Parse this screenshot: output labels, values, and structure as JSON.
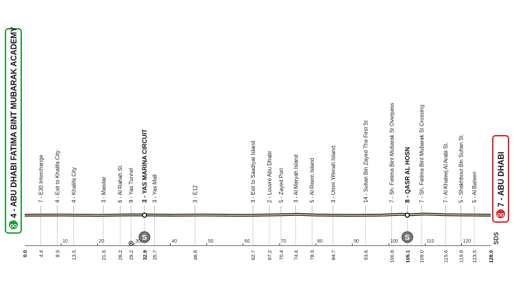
{
  "route": {
    "distance_km": 128.0,
    "start": {
      "label": "4 - ABU DHABI FATIMA BINT MUBARAK ACADEMY",
      "color": "#1f9a3a"
    },
    "finish": {
      "label": "7 - ABU DHABI",
      "color": "#d62828"
    },
    "waypoints": [
      {
        "km": "4.4",
        "label": "7 - E30 Interchange"
      },
      {
        "km": "8.9",
        "label": "4 - Exit to Khalifa City"
      },
      {
        "km": "13.5",
        "label": "4 - Khalifa City"
      },
      {
        "km": "21.6",
        "label": "3 - Masdar"
      },
      {
        "km": "26.2",
        "label": "6 - Al Rahah St."
      },
      {
        "km": "29.2",
        "label": "9 - Yas Tunnel"
      },
      {
        "km": "32.9",
        "label": "3 - YAS MARINA CIRCUIT",
        "bold": true
      },
      {
        "km": "35.7",
        "label": "3 - Yas Mall"
      },
      {
        "km": "46.8",
        "label": "3 - E12"
      },
      {
        "km": "62.7",
        "label": "3 - Exit to Saadiyat Island"
      },
      {
        "km": "67.2",
        "label": "2 - Louvre Abu Dhabi"
      },
      {
        "km": "70.4",
        "label": "5 - Zayed Port"
      },
      {
        "km": "74.4",
        "label": "3 - Al Maryah Island"
      },
      {
        "km": "78.9",
        "label": "5 - Al Reem Island"
      },
      {
        "km": "84.7",
        "label": "3 - Umm Yifenah Island"
      },
      {
        "km": "93.6",
        "label": "14 - Sultan Bin Zayed The First St"
      },
      {
        "km": "100.8",
        "label": "7 - Sh. Fatima Bint Mubarak St Overpass"
      },
      {
        "km": "105.1",
        "label": "8 - QASR AL HOSN",
        "bold": true
      },
      {
        "km": "109.0",
        "label": "7 - Sh. Fatima Bint Mubarak St Crossing"
      },
      {
        "km": "115.6",
        "label": "7 - Al Khaleej Al Arabi St."
      },
      {
        "km": "119.8",
        "label": "5 - Shakhbout Bin Sultan St."
      },
      {
        "km": "123.5",
        "label": "5 - Al Bateen"
      }
    ],
    "axis_ticks": [
      "10",
      "20",
      "30",
      "40",
      "50",
      "60",
      "70",
      "80",
      "90",
      "100",
      "110",
      "120"
    ],
    "start_km_label": "0.0",
    "finish_km_label": "128.0",
    "sprints": [
      {
        "km": 32.9,
        "icon": "sprint-icon",
        "label": "S"
      },
      {
        "km": 105.1,
        "icon": "sprint-icon",
        "label": "S"
      }
    ],
    "tunnel": {
      "km": 29.2,
      "icon": "tunnel-icon"
    },
    "brand": "SDS"
  }
}
